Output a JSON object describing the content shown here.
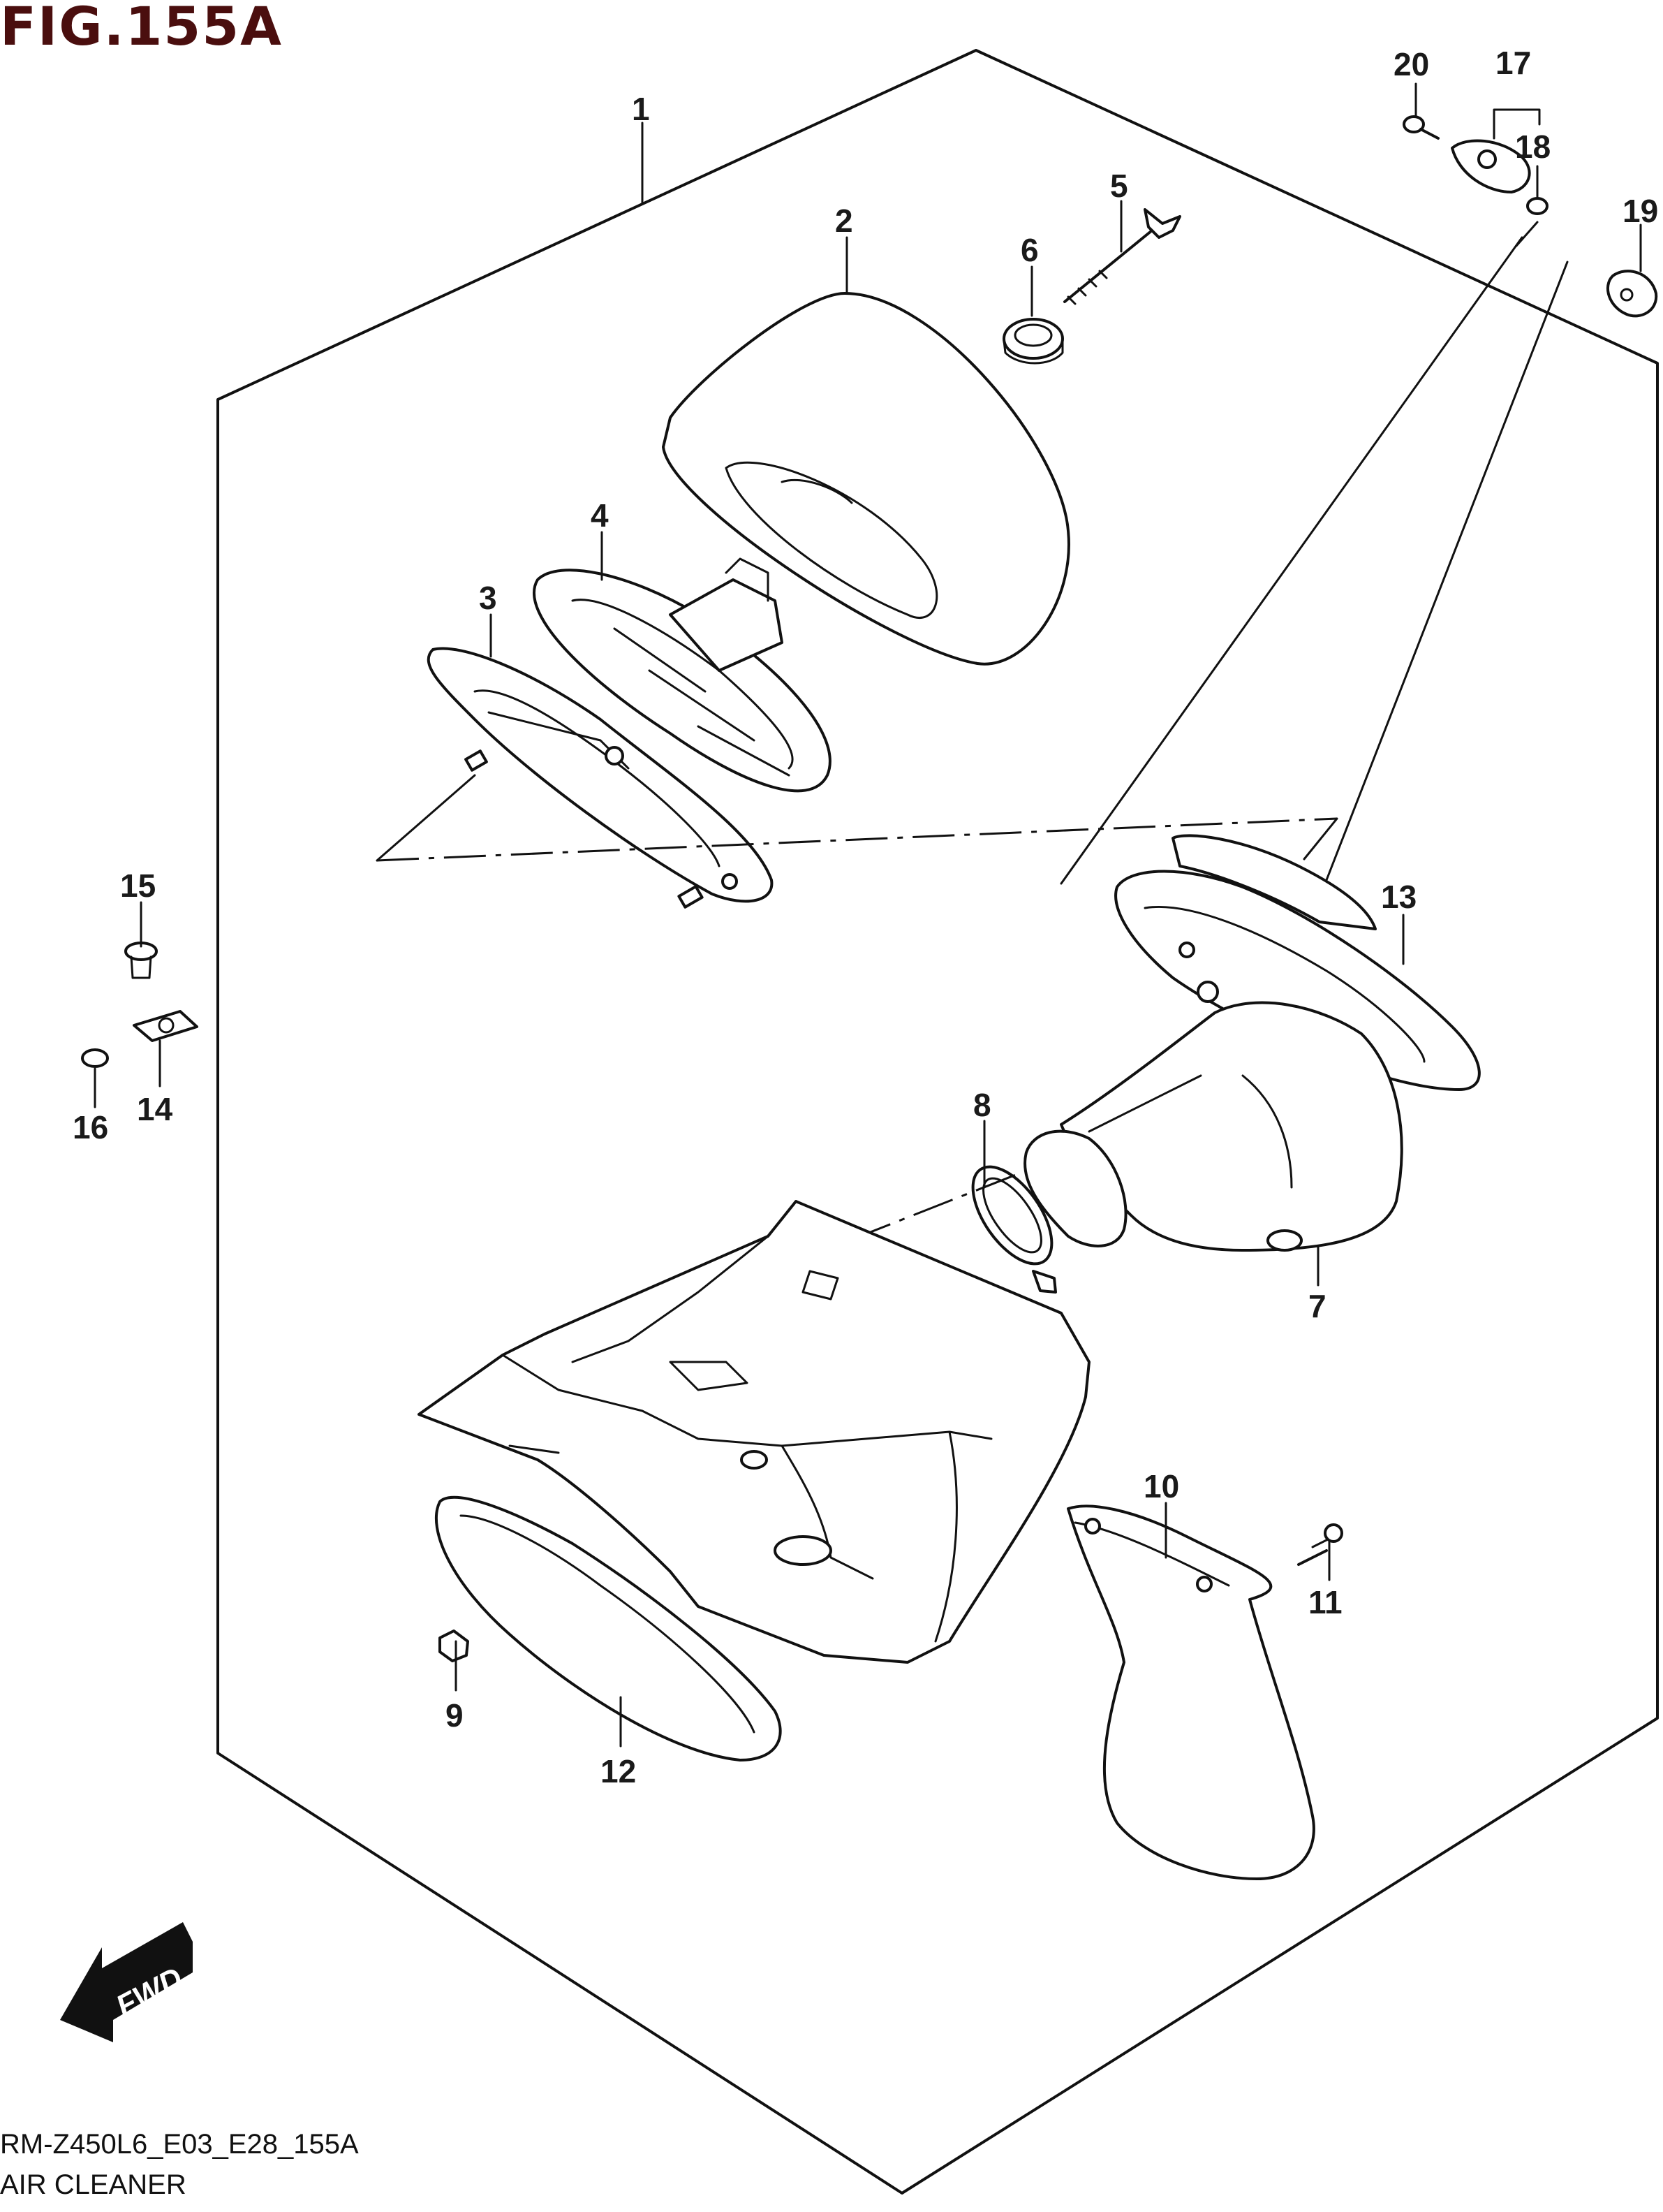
{
  "figure": {
    "title": "FIG.155A",
    "code": "RM-Z450L6_E03_E28_155A",
    "name": "AIR CLEANER",
    "fwd_label": "FWD"
  },
  "callouts": [
    "1",
    "2",
    "3",
    "4",
    "5",
    "6",
    "7",
    "8",
    "9",
    "10",
    "11",
    "12",
    "13",
    "14",
    "15",
    "16",
    "17",
    "18",
    "19",
    "20"
  ],
  "colors": {
    "title": "#4a0e0e",
    "line": "#111111"
  }
}
